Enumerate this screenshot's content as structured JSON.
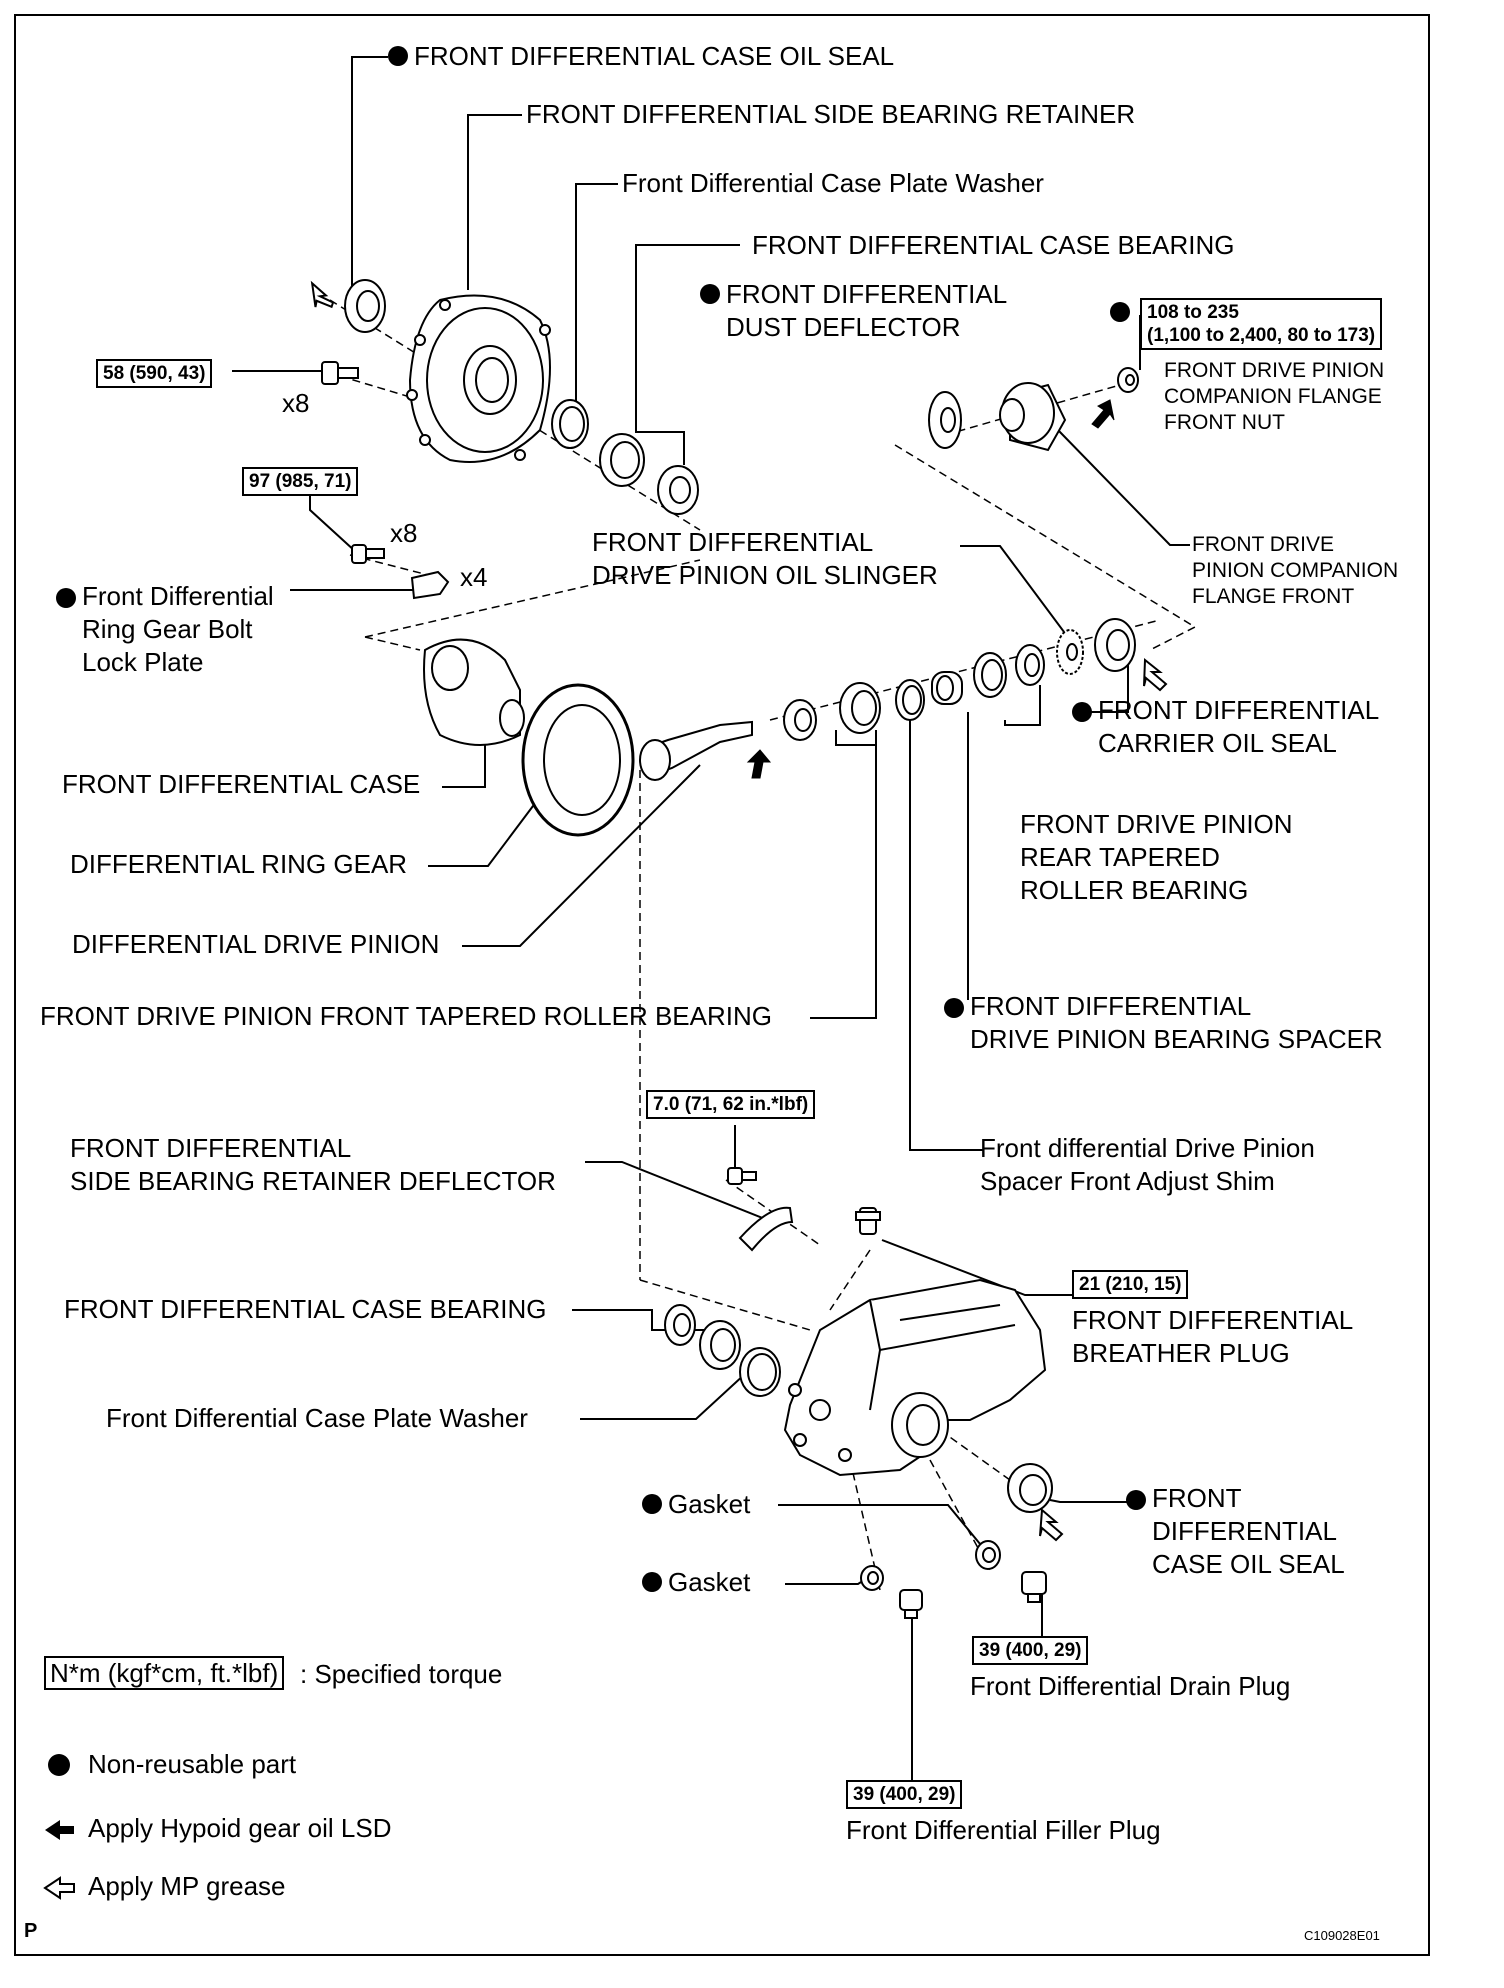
{
  "labels": {
    "case_oil_seal_top": "FRONT DIFFERENTIAL CASE OIL SEAL",
    "side_bearing_retainer": "FRONT DIFFERENTIAL SIDE BEARING RETAINER",
    "plate_washer_top": "Front Differential Case Plate Washer",
    "case_bearing_top": "FRONT DIFFERENTIAL CASE BEARING",
    "dust_deflector": "FRONT DIFFERENTIAL\nDUST DEFLECTOR",
    "companion_flange_front_nut": "FRONT DRIVE PINION\nCOMPANION FLANGE\nFRONT NUT",
    "companion_flange_front": "FRONT DRIVE\nPINION COMPANION\nFLANGE FRONT",
    "oil_slinger": "FRONT DIFFERENTIAL\nDRIVE PINION OIL SLINGER",
    "ring_gear_bolt_lock_plate": "Front Differential\nRing Gear Bolt\nLock Plate",
    "carrier_oil_seal": "FRONT DIFFERENTIAL\nCARRIER OIL SEAL",
    "differential_case": "FRONT DIFFERENTIAL CASE",
    "ring_gear": "DIFFERENTIAL RING GEAR",
    "rear_tapered_bearing": "FRONT DRIVE PINION\nREAR TAPERED\nROLLER BEARING",
    "drive_pinion": "DIFFERENTIAL DRIVE PINION",
    "front_tapered_bearing": "FRONT DRIVE PINION FRONT TAPERED ROLLER BEARING",
    "bearing_spacer": "FRONT DIFFERENTIAL\nDRIVE PINION BEARING SPACER",
    "retainer_deflector": "FRONT DIFFERENTIAL\nSIDE BEARING RETAINER DEFLECTOR",
    "adjust_shim": "Front differential Drive Pinion\nSpacer Front Adjust Shim",
    "case_bearing_bottom": "FRONT DIFFERENTIAL CASE BEARING",
    "breather_plug": "FRONT DIFFERENTIAL\nBREATHER PLUG",
    "plate_washer_bottom": "Front Differential Case Plate Washer",
    "case_oil_seal_bottom": "FRONT\nDIFFERENTIAL\nCASE OIL SEAL",
    "gasket_1": "Gasket",
    "gasket_2": "Gasket",
    "drain_plug": "Front Differential Drain Plug",
    "filler_plug": "Front Differential Filler Plug"
  },
  "torques": {
    "retainer_bolt": "58 (590, 43)",
    "ring_gear_bolt": "97 (985, 71)",
    "companion_nut": "108 to 235\n(1,100 to 2,400, 80 to 173)",
    "deflector_bolt": "7.0 (71, 62 in.*lbf)",
    "breather_plug": "21 (210, 15)",
    "drain_plug": "39 (400, 29)",
    "filler_plug": "39 (400, 29)"
  },
  "counts": {
    "retainer_bolt": "x8",
    "ring_gear_bolt": "x8",
    "lock_plate": "x4"
  },
  "legend": {
    "torque_unit": "N*m (kgf*cm, ft.*lbf)",
    "torque_text": ": Specified torque",
    "non_reusable": "Non-reusable part",
    "hypoid_oil": "Apply Hypoid gear oil LSD",
    "mp_grease": "Apply MP grease"
  },
  "corner_letter": "P",
  "figure_code": "C109028E01",
  "icons": {
    "non_reusable": "filled-circle-icon",
    "hypoid_oil": "solid-arrow-icon",
    "mp_grease": "outline-arrow-icon"
  }
}
